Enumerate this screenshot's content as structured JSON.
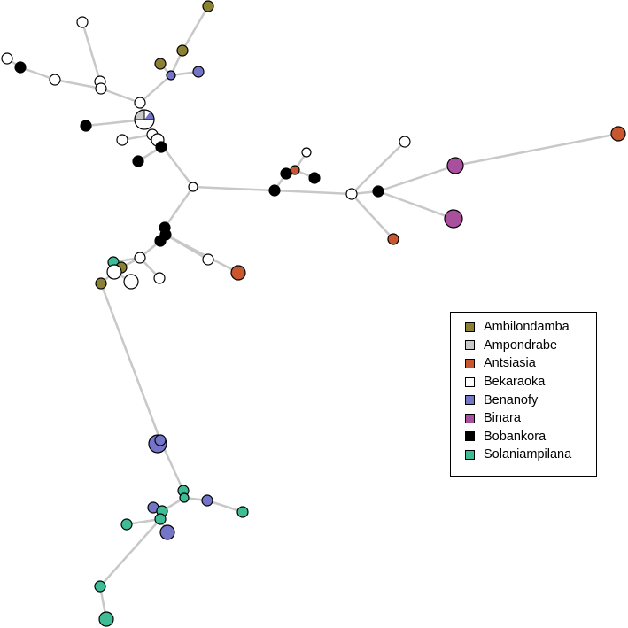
{
  "colors": {
    "Ambilondamba": "#8a8135",
    "Ampondrabe": "#c8c8c8",
    "Antsiasia": "#c8562e",
    "Bekaraoka": "#ffffff",
    "Benanofy": "#7474c8",
    "Binara": "#a8509e",
    "Bobankora": "#000000",
    "Solaniampilana": "#3dbc96",
    "edge": "#c8c8c8"
  },
  "legend": {
    "items": [
      {
        "label": "Ambilondamba",
        "color": "#8a8135"
      },
      {
        "label": "Ampondrabe",
        "color": "#c8c8c8"
      },
      {
        "label": "Antsiasia",
        "color": "#c8562e"
      },
      {
        "label": "Bekaraoka",
        "color": "#ffffff"
      },
      {
        "label": "Benanofy",
        "color": "#7474c8"
      },
      {
        "label": "Binara",
        "color": "#a8509e"
      },
      {
        "label": "Bobankora",
        "color": "#000000"
      },
      {
        "label": "Solaniampilana",
        "color": "#3dbc96"
      }
    ]
  }
}
